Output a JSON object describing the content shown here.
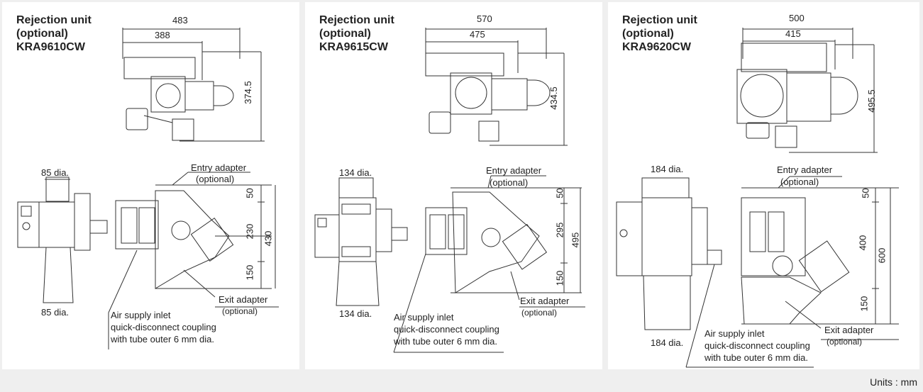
{
  "units": "Units : mm",
  "panels": [
    {
      "title": "Rejection unit\n(optional)\nKRA9610CW",
      "top_total": "483",
      "top_inner": "388",
      "height_top": "374.5",
      "dia_top": "85 dia.",
      "dia_bottom": "85 dia.",
      "entry": "Entry adapter",
      "entry_opt": "(optional)",
      "exit": "Exit adapter",
      "exit_opt": "(optional)",
      "d1": "50",
      "d2": "230",
      "d3": "150",
      "total": "430",
      "air": "Air supply inlet\nquick-disconnect coupling\nwith tube outer 6 mm dia."
    },
    {
      "title": "Rejection unit\n(optional)\nKRA9615CW",
      "top_total": "570",
      "top_inner": "475",
      "height_top": "434.5",
      "dia_top": "134 dia.",
      "dia_bottom": "134 dia.",
      "entry": "Entry adapter",
      "entry_opt": "(optional)",
      "exit": "Exit adapter",
      "exit_opt": "(optional)",
      "d1": "50",
      "d2": "295",
      "d3": "150",
      "total": "495",
      "air": "Air supply inlet\nquick-disconnect coupling\nwith tube outer 6 mm dia."
    },
    {
      "title": "Rejection unit\n(optional)\nKRA9620CW",
      "top_total": "500",
      "top_inner": "415",
      "height_top": "495.5",
      "dia_top": "184 dia.",
      "dia_bottom": "184 dia.",
      "entry": "Entry adapter",
      "entry_opt": "(optional)",
      "exit": "Exit adapter",
      "exit_opt": "(optional)",
      "d1": "50",
      "d2": "400",
      "d3": "150",
      "total": "600",
      "air": "Air supply inlet\nquick-disconnect coupling\nwith tube outer 6 mm dia."
    }
  ]
}
